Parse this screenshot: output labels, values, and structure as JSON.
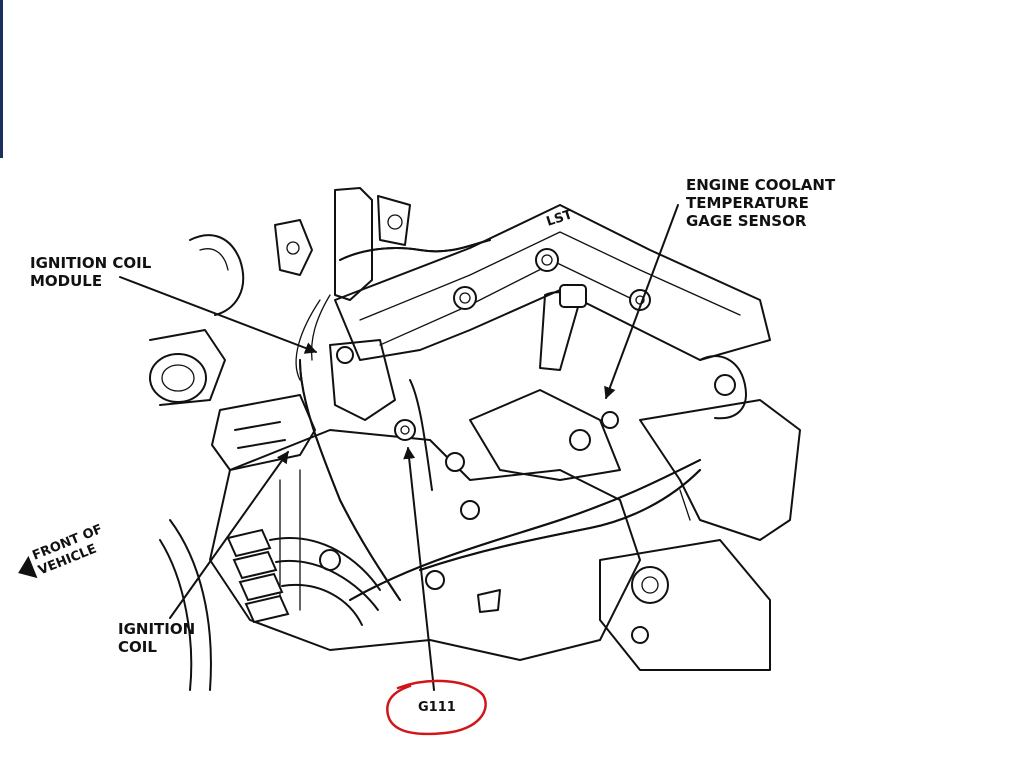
{
  "labels": {
    "ignition_coil_module": [
      "IGNITION COIL",
      "MODULE"
    ],
    "engine_coolant_sensor": [
      "ENGINE COOLANT",
      "TEMPERATURE",
      "GAGE SENSOR"
    ],
    "front_of_vehicle": [
      "FRONT OF",
      "VEHICLE"
    ],
    "ignition_coil": [
      "IGNITION",
      "COIL"
    ],
    "ground_point": "G111",
    "engine_badge": "LST"
  },
  "colors": {
    "ink": "#111111",
    "highlight_circle": "#d0161b",
    "edge_bar": "#1b2f5e"
  }
}
